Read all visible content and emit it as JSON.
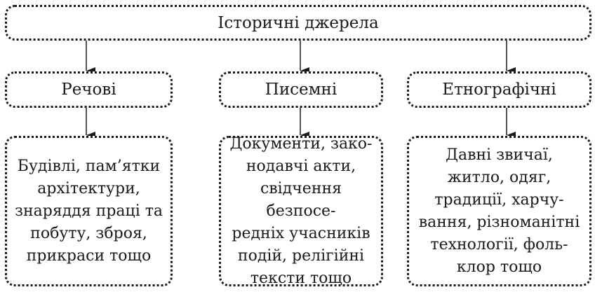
{
  "diagram": {
    "root": {
      "label": "Історичні джерела"
    },
    "categories": [
      {
        "label": "Речові",
        "description": "Будівлі, пам’ятки\nархітектури,\nзнаряддя праці та\nпобуту, зброя,\nприкраси тощо"
      },
      {
        "label": "Писемні",
        "description": "Документи, зако-\nнодавчі акти,\nсвідчення безпосе-\nредніх учасників\nподій, релігійні\nтексти тощо"
      },
      {
        "label": "Етнографічні",
        "description": "Давні звичаї,\nжитло, одяг,\nтрадиції, харчу-\nвання, різноманітні\nтехнології, фоль-\nклор тощо"
      }
    ],
    "style": {
      "line_color": "#1a1a1a",
      "background": "#ffffff"
    }
  }
}
